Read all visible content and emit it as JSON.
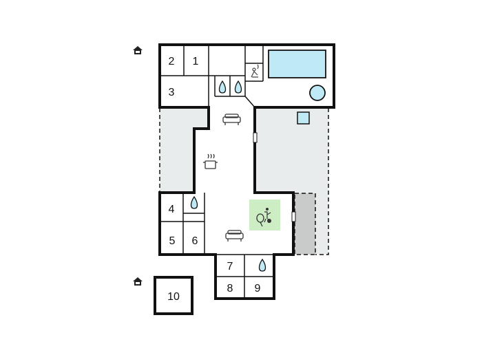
{
  "floorplan": {
    "rooms": [
      {
        "id": "room-1",
        "label": "1"
      },
      {
        "id": "room-2",
        "label": "2"
      },
      {
        "id": "room-3",
        "label": "3"
      },
      {
        "id": "room-4",
        "label": "4"
      },
      {
        "id": "room-5",
        "label": "5"
      },
      {
        "id": "room-6",
        "label": "6"
      },
      {
        "id": "room-7",
        "label": "7"
      },
      {
        "id": "room-8",
        "label": "8"
      },
      {
        "id": "room-9",
        "label": "9"
      },
      {
        "id": "room-10",
        "label": "10"
      }
    ],
    "icons": [
      "house-icon",
      "house-icon",
      "water-drop-icon",
      "water-drop-icon",
      "water-drop-icon",
      "water-drop-icon",
      "sauna-icon",
      "sofa-icon",
      "sofa-icon",
      "cooking-pot-icon",
      "table-tennis-icon",
      "pool-icon",
      "hot-tub-icon",
      "outdoor-furniture-icon"
    ],
    "colors": {
      "wall": "#111111",
      "terrace": "#e9ecec",
      "terrace_dark": "#c9cbcb",
      "pool": "#bfeaf5",
      "activity": "#cdeec5",
      "icon": "#444444"
    }
  }
}
